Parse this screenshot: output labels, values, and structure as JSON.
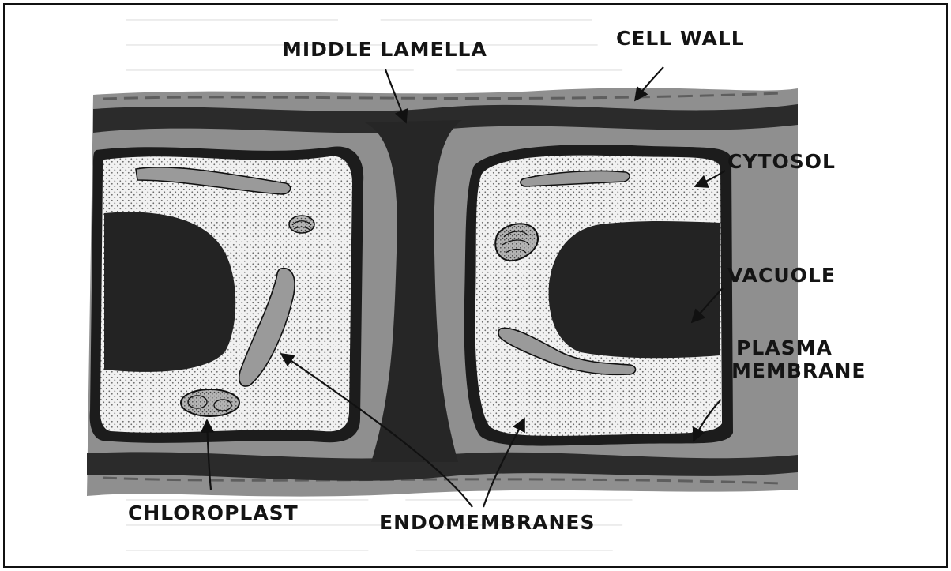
{
  "labels": {
    "middle_lamella": "MIDDLE LAMELLA",
    "cell_wall": "CELL WALL",
    "cytosol": "CYTOSOL",
    "vacuole": "VACUOLE",
    "plasma_membrane_line1": "PLASMA",
    "plasma_membrane_line2": "MEMBRANE",
    "chloroplast": "CHLOROPLAST",
    "endomembranes": "ENDOMEMBRANES"
  },
  "colors": {
    "frame": "#111111",
    "dark_tissue": "#2b2b2b",
    "cell_wall_gray": "#8f8f8f",
    "cytosol_fill": "#ededed",
    "organelle_gray": "#9a9a9a",
    "label_text": "#141414"
  }
}
